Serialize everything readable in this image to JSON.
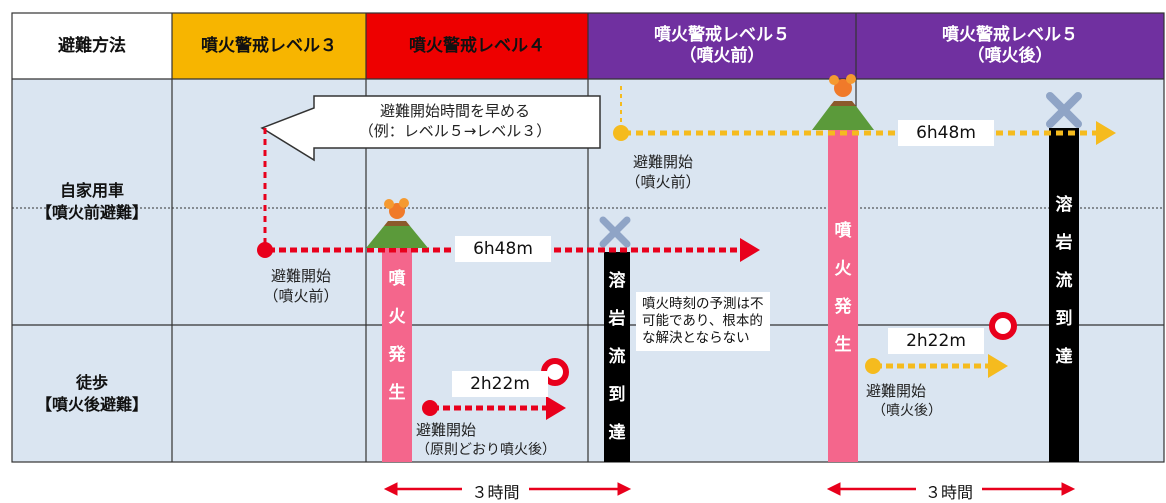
{
  "header": {
    "method_label": "避難方法",
    "col_level3": "噴火警戒レベル３",
    "col_level4": "噴火警戒レベル４",
    "col_level5_before_1": "噴火警戒レベル５",
    "col_level5_before_2": "（噴火前）",
    "col_level5_after_1": "噴火警戒レベル５",
    "col_level5_after_2": "（噴火後）"
  },
  "rows": {
    "car_1": "自家用車",
    "car_2": "【噴火前避難】",
    "walk_1": "徒歩",
    "walk_2": "【噴火後避難】"
  },
  "arrow_big": {
    "line1": "避難開始時間を早める",
    "line2": "（例：レベル５→レベル３）"
  },
  "car_l4": {
    "time": "6h48m",
    "start_1": "避難開始",
    "start_2": "（噴火前）"
  },
  "car_l5": {
    "time": "6h48m",
    "start_1": "避難開始",
    "start_2": "（噴火前）"
  },
  "walk_l4": {
    "time": "2h22m",
    "start_1": "避難開始",
    "start_2": "（原則どおり噴火後）"
  },
  "walk_l5": {
    "time": "2h22m",
    "start_1": "避難開始",
    "start_2": "（噴火後）"
  },
  "eruption_chars": [
    "噴",
    "火",
    "発",
    "生"
  ],
  "lava_chars": [
    "溶",
    "岩",
    "流",
    "到",
    "達"
  ],
  "note": {
    "line1": "噴火時刻の予測は不",
    "line2": "可能であり、根本的",
    "line3": "な解決とならない"
  },
  "span_label": "３時間",
  "colors": {
    "level3": "#f7b500",
    "level4": "#ee0000",
    "level5": "#7030a0",
    "grid_bg": "#dae5f1",
    "eruption": "#f4668c",
    "lava": "#000000",
    "route_red": "#e8001c",
    "route_yellow": "#f5bb1e"
  },
  "icons": [
    "volcano-icon",
    "cross-icon",
    "circle-icon",
    "arrow-icon"
  ]
}
